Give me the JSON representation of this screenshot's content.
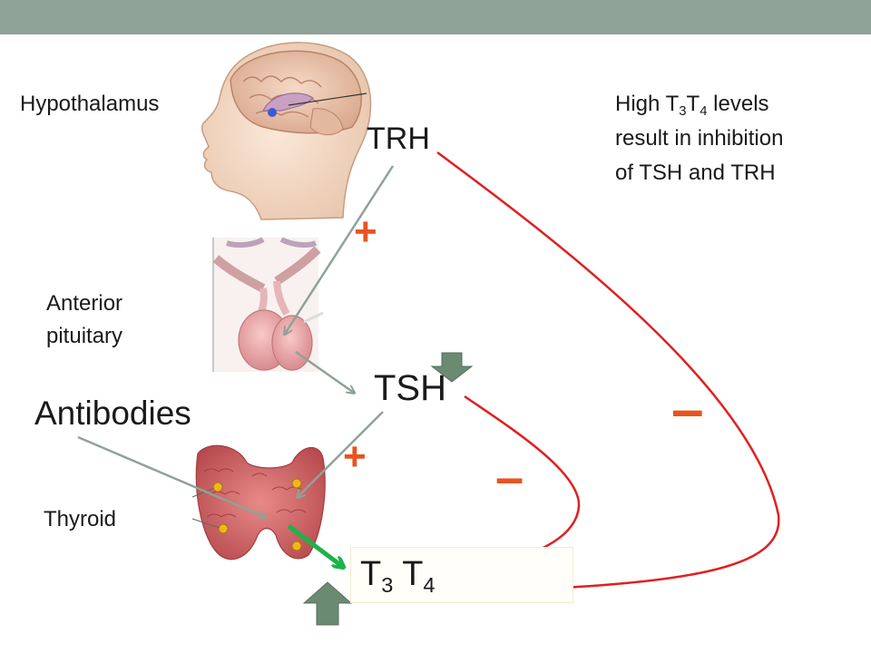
{
  "labels": {
    "hypothalamus": "Hypothalamus",
    "anterior_pituitary_line1": "Anterior",
    "anterior_pituitary_line2": "pituitary",
    "antibodies": "Antibodies",
    "thyroid": "Thyroid",
    "trh": "TRH",
    "tsh": "TSH"
  },
  "t3t4": {
    "t": "T",
    "s3": "3",
    "s4": "4"
  },
  "note": {
    "line1_a": "High T",
    "line1_sub3": "3",
    "line1_t": "T",
    "line1_sub4": "4",
    "line1_b": " levels",
    "line2": "result in inhibition",
    "line3": "of TSH and TRH"
  },
  "signs": {
    "plus": "+",
    "minus": "–"
  },
  "colors": {
    "header_bar": "#8fa296",
    "inhibition": "#e02020",
    "stimulation": "#8fa296",
    "sign_orange": "#e8541f",
    "green_arrow": "#1db34a",
    "block_arrow": "#6b8a72"
  }
}
